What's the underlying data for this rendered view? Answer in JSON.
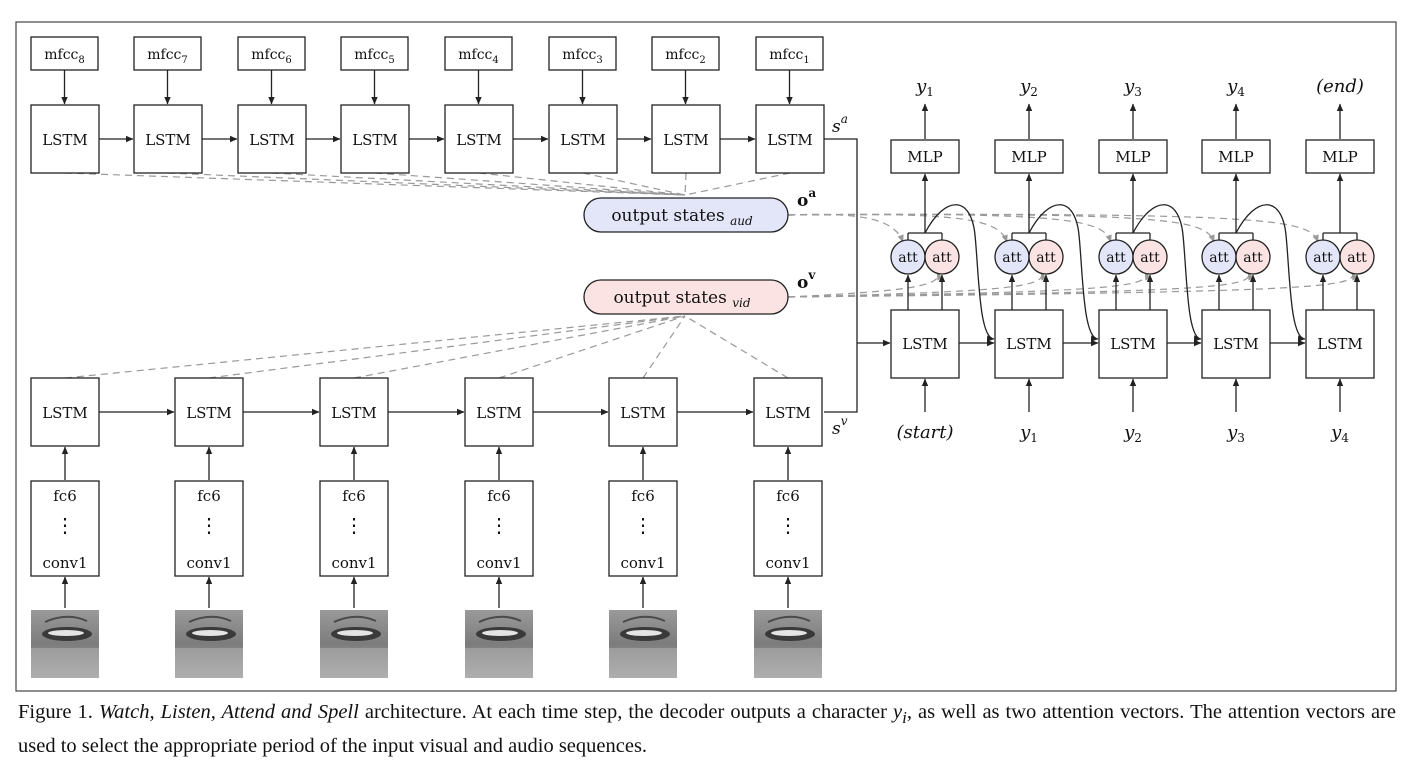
{
  "diagram": {
    "mfcc": [
      {
        "base": "mfcc",
        "sub": "8"
      },
      {
        "base": "mfcc",
        "sub": "7"
      },
      {
        "base": "mfcc",
        "sub": "6"
      },
      {
        "base": "mfcc",
        "sub": "5"
      },
      {
        "base": "mfcc",
        "sub": "4"
      },
      {
        "base": "mfcc",
        "sub": "3"
      },
      {
        "base": "mfcc",
        "sub": "2"
      },
      {
        "base": "mfcc",
        "sub": "1"
      }
    ],
    "lstm_label": "LSTM",
    "mlp_label": "MLP",
    "att_label": "att",
    "fc_label": "fc6",
    "conv_label": "conv1",
    "dots_label": "⋮",
    "audio_state": {
      "base": "s",
      "sup": "a"
    },
    "video_state": {
      "base": "s",
      "sup": "v"
    },
    "out_aud": {
      "text": "output states",
      "sub": "aud"
    },
    "out_vid": {
      "text": "output states",
      "sub": "vid"
    },
    "o_a": {
      "base": "o",
      "sup": "a"
    },
    "o_v": {
      "base": "o",
      "sup": "v"
    },
    "outputs": [
      {
        "base": "y",
        "sub": "1"
      },
      {
        "base": "y",
        "sub": "2"
      },
      {
        "base": "y",
        "sub": "3"
      },
      {
        "base": "y",
        "sub": "4"
      },
      {
        "base": "(end)",
        "sub": ""
      }
    ],
    "inputs": [
      {
        "base": "(start)",
        "sub": ""
      },
      {
        "base": "y",
        "sub": "1"
      },
      {
        "base": "y",
        "sub": "2"
      },
      {
        "base": "y",
        "sub": "3"
      },
      {
        "base": "y",
        "sub": "4"
      }
    ],
    "colors": {
      "aud_fill": "#e3e6f9",
      "vid_fill": "#fbe3e3",
      "dashed": "#999999"
    }
  },
  "caption": {
    "label": "Figure 1.",
    "title": "Watch, Listen, Attend and Spell",
    "text1": " architecture.  At each time step, the decoder outputs a character ",
    "var": "y",
    "var_sub": "i",
    "text2": ", as well as two attention vectors. The attention vectors are used to select the appropriate period of the input visual and audio sequences."
  }
}
